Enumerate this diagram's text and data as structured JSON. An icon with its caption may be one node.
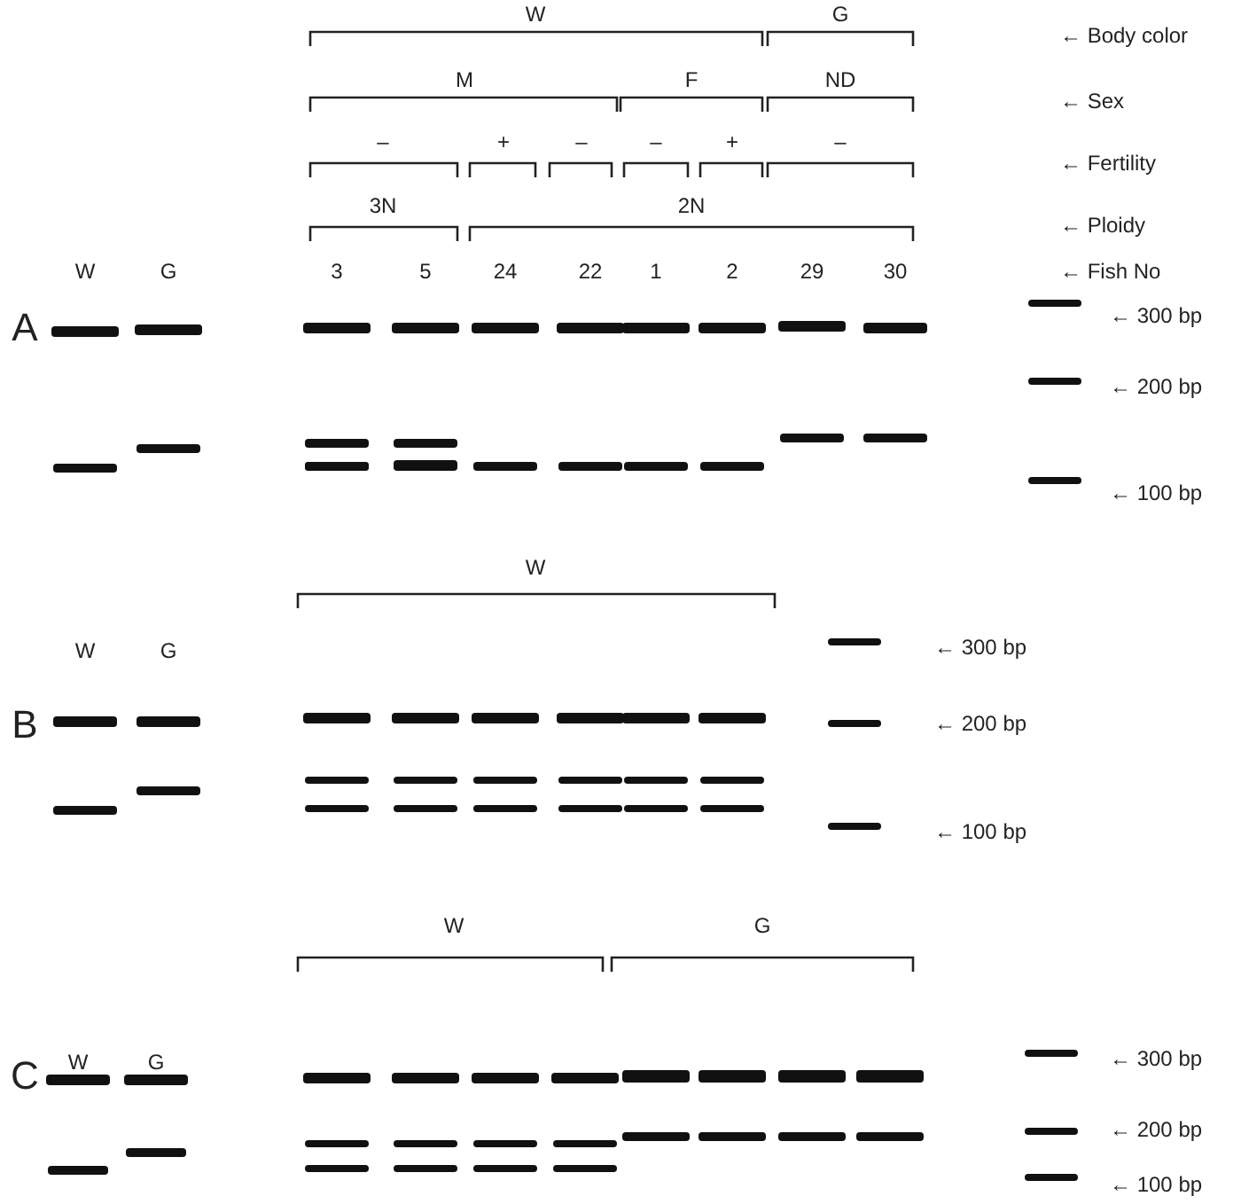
{
  "diagram": {
    "labels": [
      "W",
      "G",
      "← Body color",
      "M",
      "F",
      "ND",
      "← Sex",
      "–",
      "+",
      "–",
      "–",
      "+",
      "–",
      "← Fertility",
      "3N",
      "2N",
      "← Ploidy",
      "W",
      "G",
      "3",
      "5",
      "24",
      "22",
      "1",
      "2",
      "29",
      "30",
      "← Fish No",
      "A",
      "← 300 bp",
      "← 200 bp",
      "← 100 bp",
      "W",
      "G",
      "W",
      "B",
      "← 300 bp",
      "← 200 bp",
      "← 100 bp",
      "W",
      "G",
      "W",
      "G",
      "C",
      "← 300 bp",
      "← 200 bp",
      "← 100 bp"
    ]
  }
}
